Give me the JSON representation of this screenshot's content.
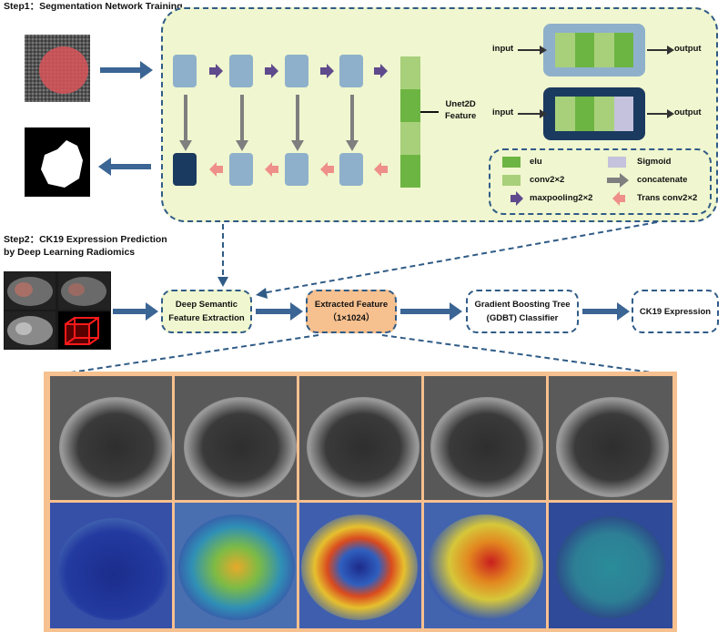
{
  "step1": {
    "title": "Step1：Segmentation Network Training"
  },
  "step2": {
    "title_line1": "Step2：CK19 Expression Prediction",
    "title_line2": "by Deep Learning Radiomics"
  },
  "unet": {
    "feature_label_line1": "Unet2D",
    "feature_label_line2": "Feature"
  },
  "blocks": {
    "top": [
      {
        "input": "input",
        "output": "output"
      },
      {
        "input": "input",
        "output": "output"
      }
    ]
  },
  "legend": {
    "elu": "elu",
    "sigmoid": "Sigmoid",
    "conv": "conv2×2",
    "concatenate": "concatenate",
    "maxpool": "maxpooling2×2",
    "trans": "Trans  conv2×2"
  },
  "flow": {
    "deep_semantic": "Deep Semantic\nFeature Extraction",
    "extracted_feature": "Extracted Feature\n（1×1024）",
    "gdbt": "Gradient Boosting Tree\n(GDBT)  Classifier",
    "ck19": "CK19 Expression"
  },
  "colors": {
    "panel_bg": "#f0f6cf",
    "dashed_border": "#2f5b86",
    "arrow_blue": "#3b6594",
    "block_light": "#8eb0cb",
    "block_dark": "#1b3a60",
    "elu_green": "#6db543",
    "conv_green": "#a8d07a",
    "sigmoid_lavender": "#c4c2dc",
    "maxpool_purple": "#5e4a8c",
    "trans_pink": "#ee8f8a",
    "concat_gray": "#7f7f7f",
    "extracted_fill": "#f7c08f",
    "heatmap_frame": "#f7c08f"
  },
  "icons": [
    "mri-slice-with-tumor-mask",
    "binary-mask-image",
    "liver-ct-thumbnails",
    "3d-bounding-box-icon"
  ]
}
